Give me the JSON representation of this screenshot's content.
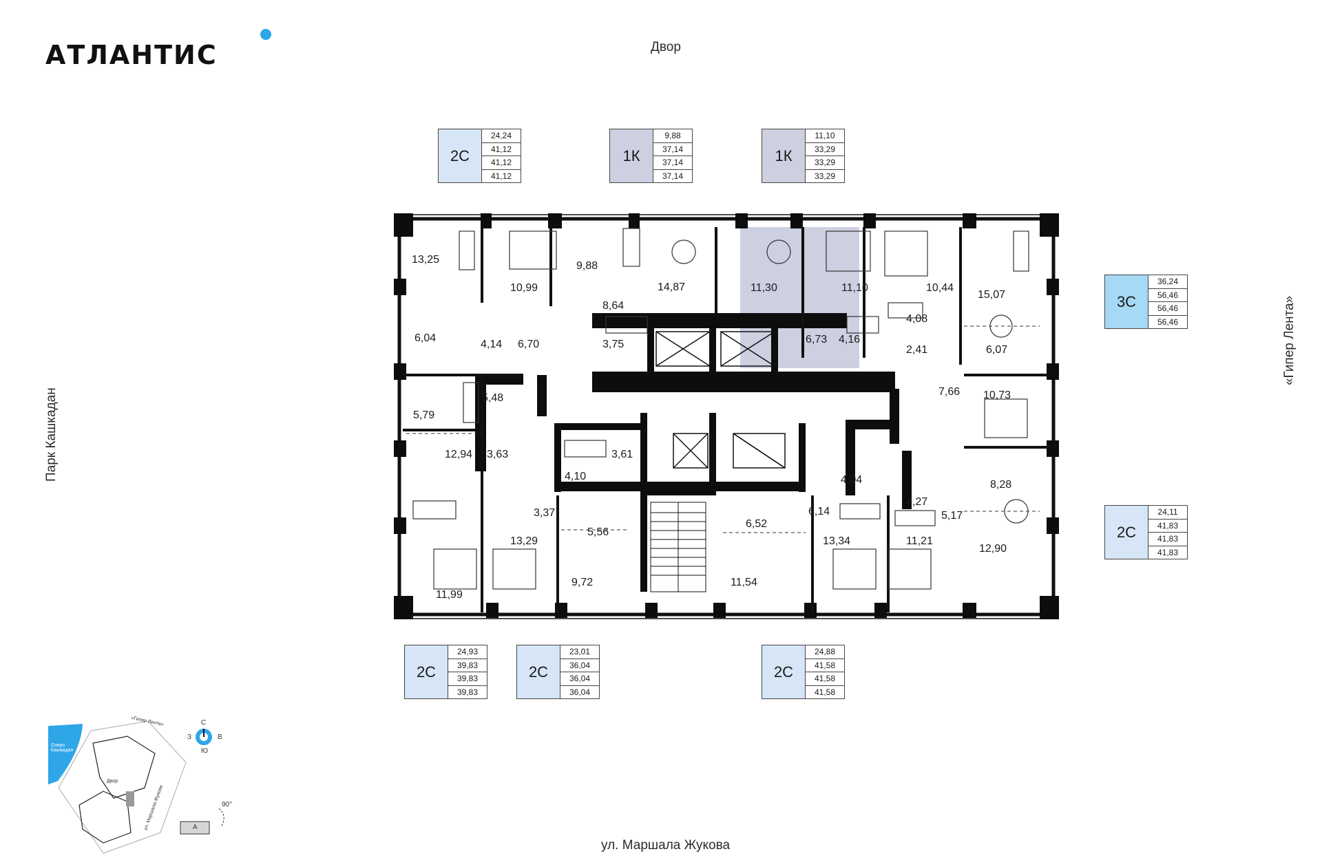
{
  "brand": {
    "name": "АТЛАНТИС",
    "accent": "#2ea6e8"
  },
  "orientation": {
    "top": "Двор",
    "bottom": "ул. Маршала Жукова",
    "left": "Парк Кашкадан",
    "right": "«Гипер Лента»"
  },
  "unit_colors": {
    "2С": "#d6e6f6",
    "1К": "#cdd0e0",
    "3С": "#a6d9f5"
  },
  "units": [
    {
      "code": "2С",
      "values": [
        "24,24",
        "41,12",
        "41,12",
        "41,12"
      ]
    },
    {
      "code": "1К",
      "values": [
        "9,88",
        "37,14",
        "37,14",
        "37,14"
      ]
    },
    {
      "code": "1К",
      "values": [
        "11,10",
        "33,29",
        "33,29",
        "33,29"
      ]
    },
    {
      "code": "3С",
      "values": [
        "36,24",
        "56,46",
        "56,46",
        "56,46"
      ]
    },
    {
      "code": "2С",
      "values": [
        "24,11",
        "41,83",
        "41,83",
        "41,83"
      ]
    },
    {
      "code": "2С",
      "values": [
        "24,93",
        "39,83",
        "39,83",
        "39,83"
      ]
    },
    {
      "code": "2С",
      "values": [
        "23,01",
        "36,04",
        "36,04",
        "36,04"
      ]
    },
    {
      "code": "2С",
      "values": [
        "24,88",
        "41,58",
        "41,58",
        "41,58"
      ]
    }
  ],
  "room_areas": [
    "13,25",
    "10,99",
    "9,88",
    "14,87",
    "11,30",
    "11,10",
    "10,44",
    "15,07",
    "6,04",
    "4,14",
    "6,70",
    "8,64",
    "3,75",
    "6,73",
    "4,16",
    "4,08",
    "2,41",
    "6,07",
    "5,48",
    "5,79",
    "7,66",
    "10,73",
    "12,94",
    "3,63",
    "3,61",
    "4,10",
    "4,04",
    "4,27",
    "8,28",
    "3,37",
    "5,56",
    "6,52",
    "6,14",
    "5,17",
    "13,29",
    "13,34",
    "11,21",
    "12,90",
    "9,72",
    "11,54",
    "11,99"
  ],
  "minimap": {
    "lake": "Озеро Кашкадан",
    "road_top": "«Гипер Лента»",
    "yard": "Двор",
    "road_side": "ул. Маршала Жукова",
    "compass": {
      "n": "С",
      "s": "Ю",
      "w": "З",
      "e": "В"
    },
    "rotation": "90°",
    "section": "А"
  }
}
